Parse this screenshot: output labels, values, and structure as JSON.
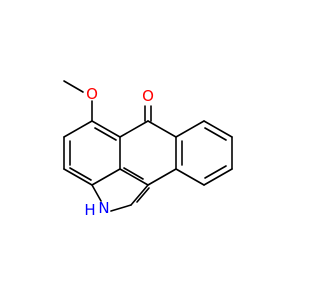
{
  "molecule": {
    "atoms": {
      "oxygen_methoxy": {
        "symbol": "O",
        "color": "#ff0000"
      },
      "oxygen_carbonyl": {
        "symbol": "O",
        "color": "#ff0000"
      },
      "nitrogen": {
        "symbol": "H",
        "color": "#0000ff"
      },
      "nitrogen_n": {
        "symbol": "N",
        "color": "#0000ff"
      }
    },
    "bond_color": "#000000"
  }
}
